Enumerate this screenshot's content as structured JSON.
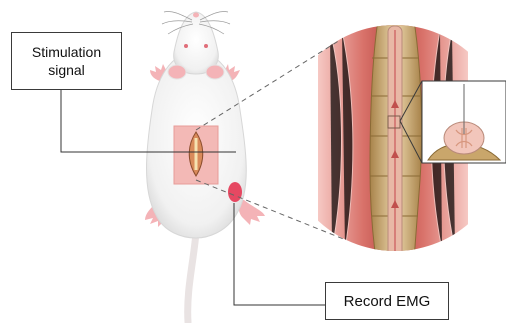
{
  "labels": {
    "stimulation_line1": "Stimulation",
    "stimulation_line2": "signal",
    "record": "Record EMG"
  },
  "icons": [
    "rat-illustration",
    "spinal-cord-closeup-illustration",
    "spinal-cross-section-illustration",
    "stimulation-electrode",
    "emg-electrode"
  ],
  "colors": {
    "muscle": "#d9726a",
    "muscle_light": "#f2b3ad",
    "bone": "#c9a66b",
    "bone_light": "#e9d3a8",
    "cord": "#e8b8a6",
    "fur": "#f5f5f5",
    "skin_pink": "#f3b9b6",
    "emg_spot": "#e64862",
    "line": "#333333"
  }
}
